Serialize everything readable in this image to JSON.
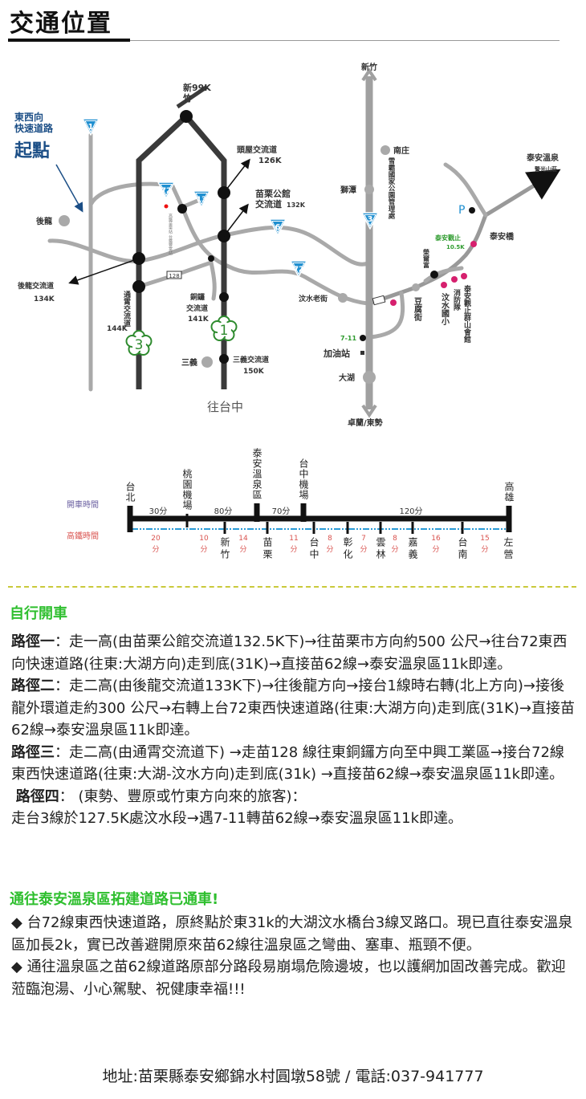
{
  "title": "交通位置",
  "map": {
    "start_line1": "東西向",
    "start_line2": "快速道路",
    "start_big": "起點",
    "hsinchu_99k_a": "新99K",
    "hsinchu_99k_b": "竹",
    "touwu_a": "頭屋交流道",
    "touwu_b": "126K",
    "gongguan_a": "苗栗公館",
    "gongguan_b": "交流道",
    "gongguan_c": "132K",
    "houlong": "後龍",
    "houlong_ic_a": "後龍交流道",
    "houlong_ic_b": "134K",
    "tongxiao_ic": "通霄交流道",
    "tongxiao_km": "144K",
    "tongluo_ic_a": "銅鑼",
    "tongluo_ic_b": "交流道",
    "tongluo_ic_c": "141K",
    "hsr_station": "高鐵苗栗站 台鐵豐富站",
    "sanyi": "三義",
    "sanyi_ic_a": "三義交流道",
    "sanyi_ic_b": "150K",
    "to_taichung": "往台中",
    "shield_1": "1",
    "shield_72": "72",
    "shield_13": "13",
    "shield_6": "6",
    "shield_3": "3",
    "route_128": "128",
    "fwy_3": "3",
    "fwy_1": "1",
    "north_hsinchu": "新竹",
    "south": "卓蘭/東勢",
    "nanzhuang": "南庄",
    "shitan": "獅潭",
    "wenshui_street": "汶水老街",
    "seven_eleven": "7-11",
    "gas_station": "加油站",
    "dahu": "大湖",
    "sheipa": "雪霸國家公園管理處",
    "taian_hot_spring": "泰安溫泉",
    "police_lodge": "警光山莊",
    "parking": "P",
    "taian_guanzhi": "泰安觀止",
    "km_105": "10.5K",
    "taian_bridge": "泰安橋",
    "rongerfu": "榮爾富",
    "tofu_street": "豆腐街",
    "wenshui_school": "汶水國小",
    "fire_dept": "消防隊",
    "guanzhi_hall": "泰安觀止群山會館"
  },
  "timeline": {
    "drive_label": "開車時間",
    "hsr_label": "高鐵時間",
    "top_stops": [
      "台北",
      "桃園機場",
      "泰安溫泉區",
      "台中機場",
      "高雄"
    ],
    "drive_minutes": [
      "30分",
      "80分",
      "70分",
      "120分"
    ],
    "hsr_stops": [
      "新竹",
      "苗栗",
      "台中",
      "彰化",
      "雲林",
      "嘉義",
      "台南",
      "左營"
    ],
    "hsr_minutes": [
      "20",
      "10",
      "14",
      "11",
      "8",
      "7",
      "8",
      "16",
      "15"
    ],
    "minute_unit": "分"
  },
  "drive": {
    "heading": "自行開車",
    "routes": [
      {
        "label": "路徑一",
        "text": "：走一高(由苗栗公館交流道132.5K下)→往苗栗市方向約500 公尺→往台72東西向快速道路(往東:大湖方向)走到底(31K)→直接苗62線→泰安溫泉區11k即達。"
      },
      {
        "label": "路徑二",
        "text": "：走二高(由後龍交流道133K下)→往後龍方向→接台1線時右轉(北上方向)→接後龍外環道走約300 公尺→右轉上台72東西快速道路(往東:大湖方向)走到底(31K)→直接苗62線→泰安溫泉區11k即達。"
      },
      {
        "label": "路徑三",
        "text": "：走二高(由通霄交流道下) →走苗128 線往東銅鑼方向至中興工業區→接台72線東西快速道路(往東:大湖-汶水方向)走到底(31k) →直接苗62線→泰安溫泉區11k即達。"
      },
      {
        "label": "路徑四",
        "text": "： (東勢、豐原或竹東方向來的旅客)："
      }
    ],
    "route4_line2": "走台3線於127.5K處汶水段→遇7-11轉苗62線→泰安溫泉區11k即達。"
  },
  "news": {
    "heading": "通往泰安溫泉區拓建道路已通車!",
    "bullet": "◆",
    "items": [
      "台72線東西快速道路，原終點於東31k的大湖汶水橋台3線叉路口。現已直往泰安溫泉區加長2k，實已改善避開原來苗62線往溫泉區之彎曲、塞車、瓶頸不便。",
      "通往溫泉區之苗62線道路原部分路段易崩塌危險邊坡，也以護網加固改善完成。歡迎蒞臨泡湯、小心駕駛、祝健康幸福!!!"
    ]
  },
  "address": "地址:苗栗縣泰安鄉錦水村圓墩58號 / 電話:037-941777",
  "colors": {
    "green": "#2fbf2f",
    "blue": "#1f8fd0",
    "navy": "#1b4e86",
    "pink": "#d6206e",
    "red": "#d9534f",
    "highway": "#3a3a3a",
    "road": "#a9a9a9"
  }
}
